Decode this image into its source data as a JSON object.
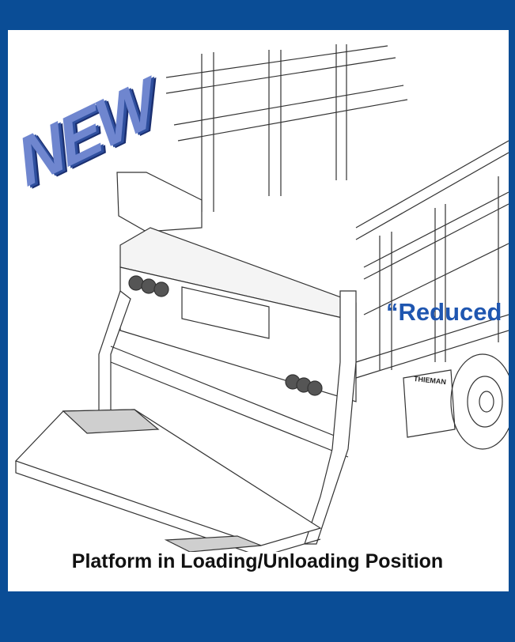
{
  "badge": {
    "text": "NEW"
  },
  "callout": {
    "text": "“Reduced"
  },
  "truck_label": {
    "text": "THIEMAN"
  },
  "caption": {
    "text": "Platform in Loading/Unloading Position"
  },
  "colors": {
    "frame": "#0a4d96",
    "accent": "#1f56b0",
    "badge": "#6f86cf"
  }
}
